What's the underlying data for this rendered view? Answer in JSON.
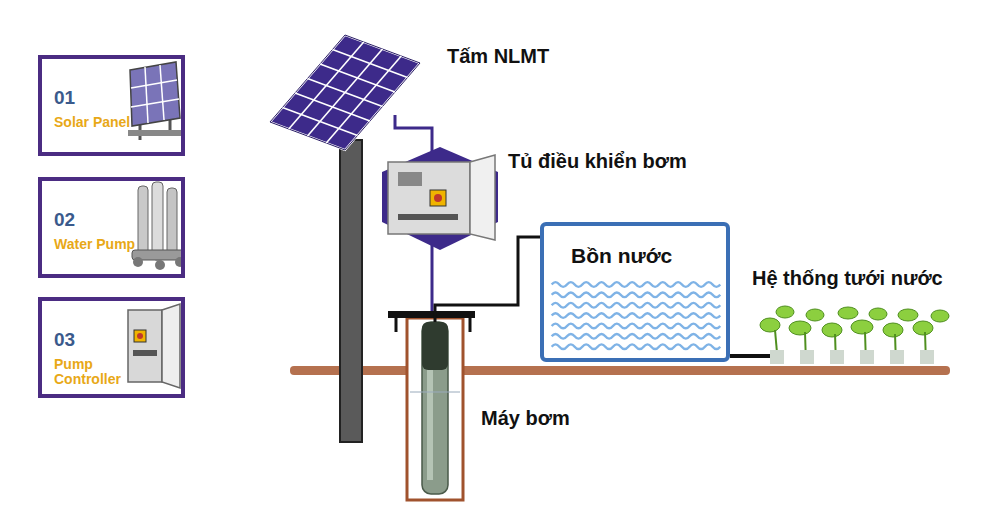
{
  "diagram": {
    "nodes": [
      {
        "text": [
          "01",
          "Solar Panel"
        ]
      },
      {
        "text": [
          "02",
          "Water Pump"
        ]
      },
      {
        "text": [
          "03",
          "Pump Controller"
        ]
      },
      {
        "text": [
          "Bồn nước"
        ]
      }
    ],
    "labels": [
      "Tấm NLMT",
      "Tủ điều khiển bơm",
      "Hệ thống tưới nước",
      "Máy bơm"
    ]
  }
}
